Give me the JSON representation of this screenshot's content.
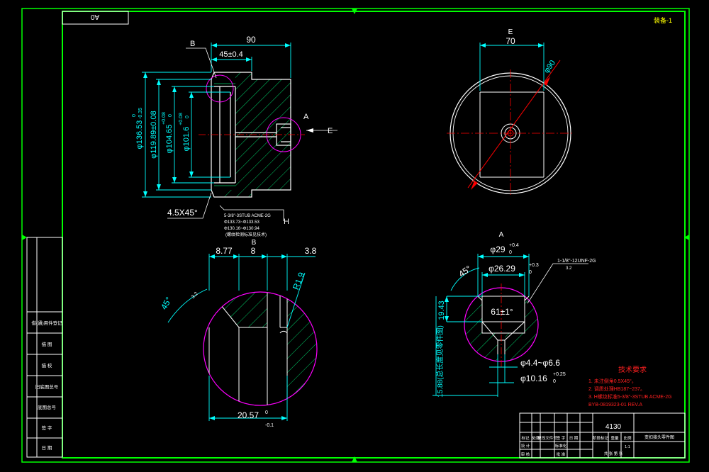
{
  "colors": {
    "background": "#000000",
    "frame": "#00ff00",
    "dimension": "#00ffff",
    "outline": "#ffffff",
    "detail_circle": "#ff00ff",
    "center_line": "#ff0000",
    "hatch": "#00cc66",
    "tech_notes": "#ff2020",
    "title_block": "#ffffff"
  },
  "sheet": {
    "size_label": "A0",
    "top_right_mark": "装备-1"
  },
  "section_view": {
    "label_B": "B",
    "label_A": "A",
    "label_E": "E",
    "label_H": "H",
    "dim_90": "90",
    "dim_45": "45±0.4",
    "dia_136": "φ136.53",
    "dia_136_tol_upper": "0",
    "dia_136_tol_lower": "-0.35",
    "dia_119": "φ119.89±0.08",
    "dia_104": "φ104.65",
    "dia_104_tol_upper": "+0.08",
    "dia_104_tol_lower": "0",
    "dia_101": "φ101.6",
    "dia_101_tol_upper": "+0.08",
    "dia_101_tol_lower": "0",
    "chamfer": "4.5X45°",
    "thread_note_1": "5-3/8\"-3STUB ACME-2G",
    "thread_note_2": "Φ133.73~Φ133.53",
    "thread_note_3": "Φ130.16~Φ130.94",
    "thread_note_4": "(螺纹检测标准见技术)"
  },
  "end_view": {
    "label_E": "E",
    "dim_70": "70",
    "dia_90": "φ90"
  },
  "detail_B": {
    "title": "B",
    "dim_8_77": "8.77",
    "dim_8": "8",
    "dim_3_8": "3.8",
    "radius": "R1.9",
    "angle": "45°",
    "roughness": "3.2",
    "dim_20_57": "20.57",
    "dim_20_57_tol": "-0.1",
    "dim_20_57_tol_upper": "0"
  },
  "detail_A": {
    "title": "A",
    "dia_29": "φ29",
    "dia_29_tol_upper": "+0.4",
    "dia_29_tol_lower": "0",
    "dia_26": "φ26.29",
    "dia_26_tol_upper": "+0.3",
    "dia_26_tol_lower": "0",
    "angle": "45°",
    "depth_61": "61±1°",
    "dim_19_43": "19.43",
    "dim_15_88": "15.88(总长度见零件图)",
    "thread": "1-1/8\"-12UNF-2G",
    "roughness": "3.2",
    "dia_4_4": "φ4.4~φ6.6",
    "dia_10_16": "φ10.16",
    "dia_10_16_tol_upper": "+0.25",
    "dia_10_16_tol_lower": "0"
  },
  "tech_notes": {
    "title": "技术要求",
    "lines": [
      "1. 未注倒角0.5X45°。",
      "2. 调质处理HB187~237。",
      "3. H螺纹标准5-3/8\"-3STUB ACME-2G",
      "BYB-0819323-01 REV.A"
    ]
  },
  "left_strip": {
    "rows": [
      "借(通)用件登记",
      "描 图",
      "描 校",
      "旧底图总号",
      "底图总号",
      "签 字",
      "日 期"
    ]
  },
  "title_block": {
    "code": "4130",
    "name": "变扣接头零件图",
    "row_labels": [
      "标记",
      "处数",
      "更改文件号",
      "签 字",
      "日 期"
    ],
    "designer": "设 计",
    "checker": "审 核",
    "standard": "标准化",
    "approve": "批 准",
    "stage": "阶段标记",
    "weight": "重量",
    "scale": "比例",
    "scale_value": "1:1",
    "sheet_count": "共 张 第 张"
  }
}
